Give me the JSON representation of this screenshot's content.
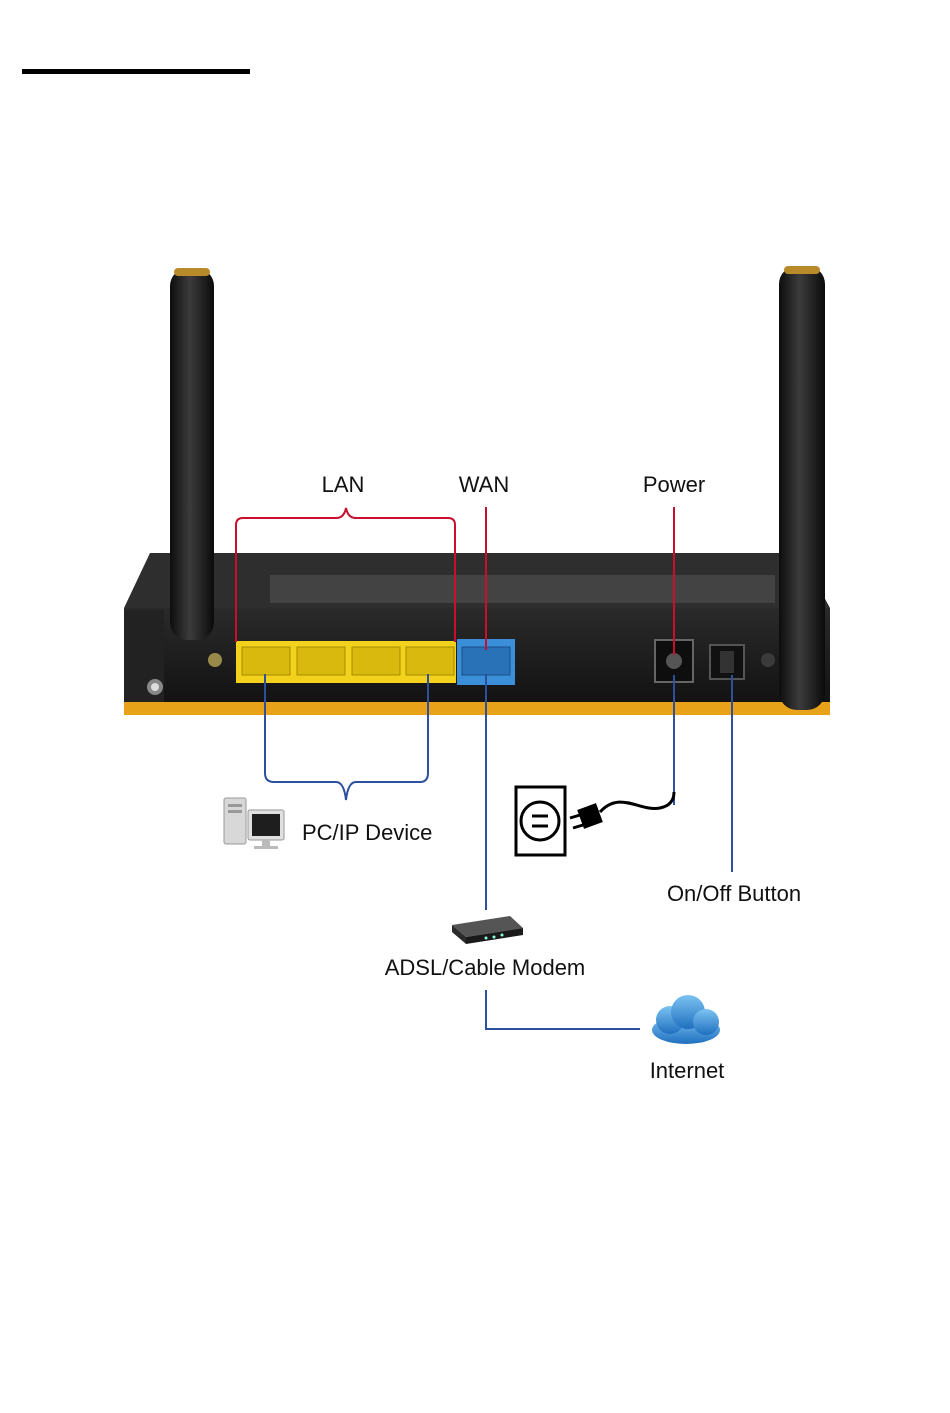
{
  "labels": {
    "lan": "LAN",
    "wan": "WAN",
    "power": "Power",
    "pc_ip_device": "PC/IP Device",
    "on_off_button": "On/Off Button",
    "modem": "ADSL/Cable Modem",
    "internet": "Internet"
  },
  "colors": {
    "lan_ports": "#f2d21c",
    "wan_port": "#3a8fd8",
    "top_callout_lines": "#c8102e",
    "bottom_callout_lines": "#2c4f9e",
    "router_body": "#1c1c1c",
    "router_base_trim": "#e8a21a",
    "cloud": "#2f8ad6"
  },
  "icons": [
    "router-icon",
    "antenna-icon",
    "pc-icon",
    "power-outlet-icon",
    "power-plug-icon",
    "modem-icon",
    "cloud-icon"
  ]
}
